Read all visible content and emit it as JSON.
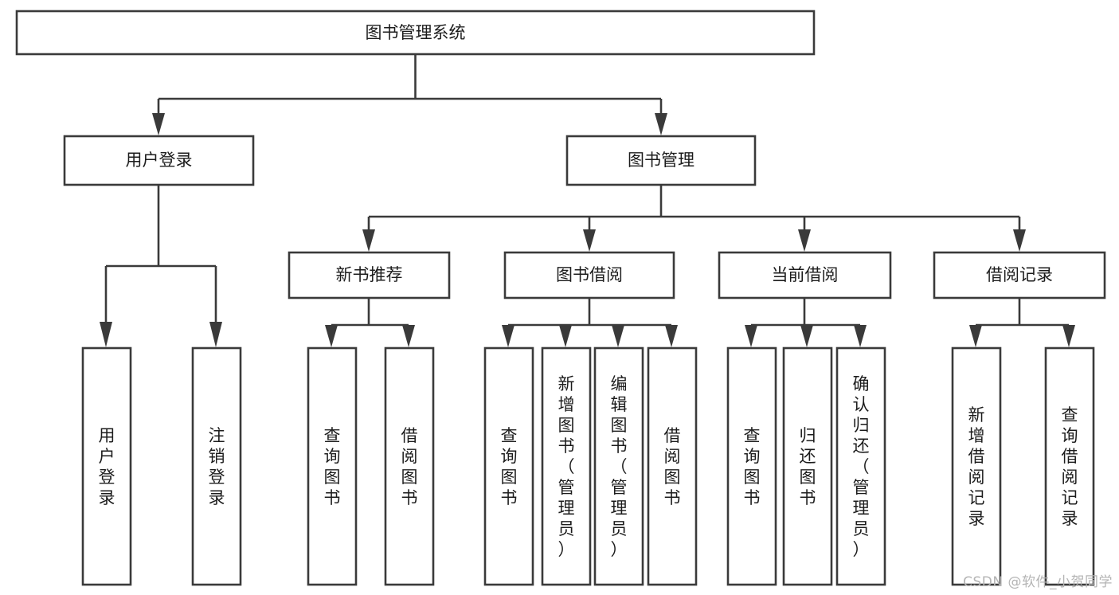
{
  "diagram": {
    "title": "图书管理系统",
    "type": "hierarchy-tree",
    "watermark": "CSDN @软件_小贺同学",
    "colors": {
      "stroke": "#3a3a3a",
      "fill": "#ffffff",
      "text": "#1c1c1c",
      "watermark": "#b4b4b4",
      "background": "#ffffff"
    },
    "nodes": {
      "root": {
        "label": "图书管理系统",
        "level": 0,
        "orientation": "horizontal"
      },
      "l1": [
        {
          "id": "user-login",
          "label": "用户登录",
          "orientation": "horizontal"
        },
        {
          "id": "book-manage",
          "label": "图书管理",
          "orientation": "horizontal"
        }
      ],
      "l2": [
        {
          "id": "new-book-recommend",
          "label": "新书推荐",
          "orientation": "horizontal",
          "parent": "book-manage"
        },
        {
          "id": "book-borrow",
          "label": "图书借阅",
          "orientation": "horizontal",
          "parent": "book-manage"
        },
        {
          "id": "current-borrow",
          "label": "当前借阅",
          "orientation": "horizontal",
          "parent": "book-manage"
        },
        {
          "id": "borrow-record",
          "label": "借阅记录",
          "orientation": "horizontal",
          "parent": "book-manage"
        }
      ],
      "leaves": [
        {
          "id": "leaf-user-login",
          "label": "用户登录",
          "orientation": "vertical",
          "parent": "user-login"
        },
        {
          "id": "leaf-logout",
          "label": "注销登录",
          "orientation": "vertical",
          "parent": "user-login"
        },
        {
          "id": "leaf-query-book-1",
          "label": "查询图书",
          "orientation": "vertical",
          "parent": "new-book-recommend"
        },
        {
          "id": "leaf-borrow-book-1",
          "label": "借阅图书",
          "orientation": "vertical",
          "parent": "new-book-recommend"
        },
        {
          "id": "leaf-query-book-2",
          "label": "查询图书",
          "orientation": "vertical",
          "parent": "book-borrow"
        },
        {
          "id": "leaf-add-book",
          "label": "新增图书（管理员）",
          "orientation": "vertical",
          "parent": "book-borrow"
        },
        {
          "id": "leaf-edit-book",
          "label": "编辑图书（管理员）",
          "orientation": "vertical",
          "parent": "book-borrow"
        },
        {
          "id": "leaf-borrow-book-2",
          "label": "借阅图书",
          "orientation": "vertical",
          "parent": "book-borrow"
        },
        {
          "id": "leaf-query-book-3",
          "label": "查询图书",
          "orientation": "vertical",
          "parent": "current-borrow"
        },
        {
          "id": "leaf-return-book",
          "label": "归还图书",
          "orientation": "vertical",
          "parent": "current-borrow"
        },
        {
          "id": "leaf-confirm-return",
          "label": "确认归还（管理员）",
          "orientation": "vertical",
          "parent": "current-borrow"
        },
        {
          "id": "leaf-add-record",
          "label": "新增借阅记录",
          "orientation": "vertical",
          "parent": "borrow-record"
        },
        {
          "id": "leaf-query-record",
          "label": "查询借阅记录",
          "orientation": "vertical",
          "parent": "borrow-record"
        }
      ]
    }
  }
}
